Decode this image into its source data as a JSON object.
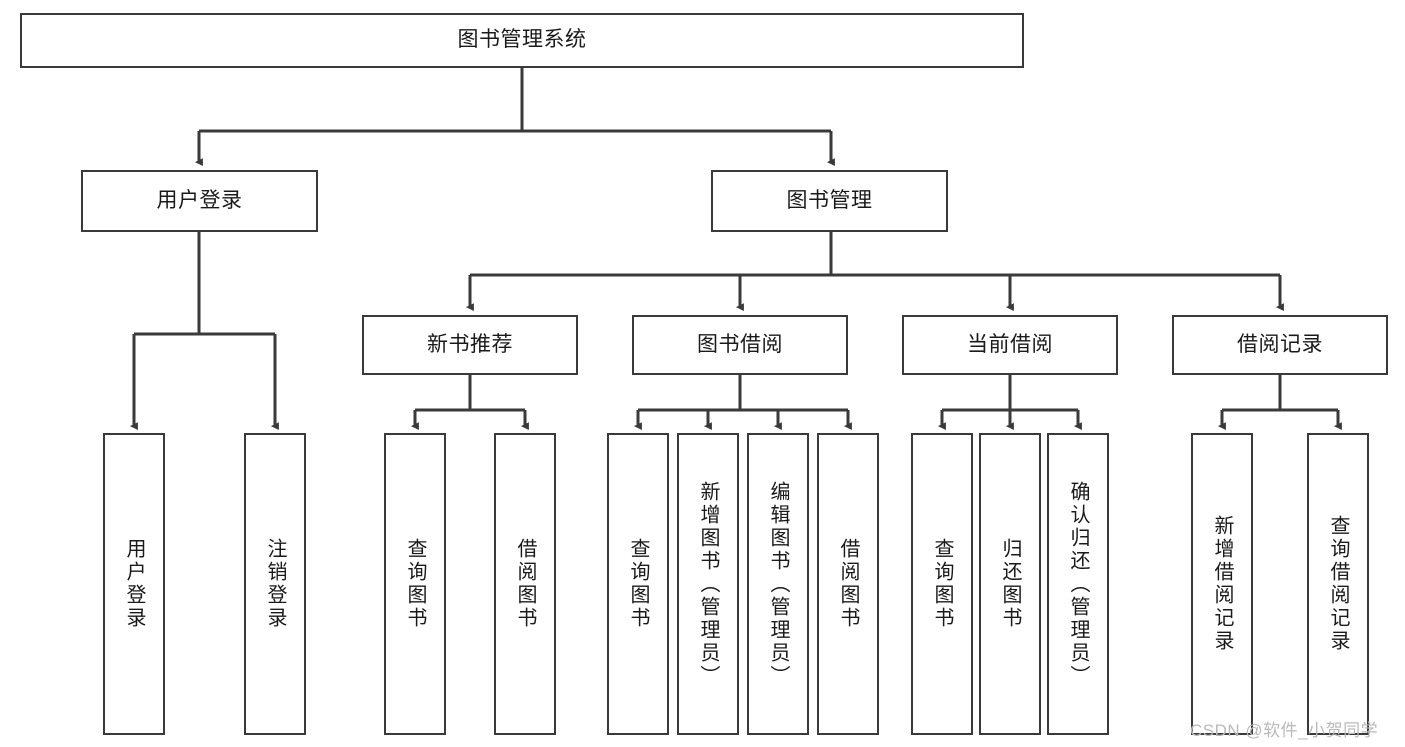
{
  "diagram": {
    "type": "tree-hierarchy",
    "title": "图书管理系统",
    "watermark": "CSDN @软件_小贺同学",
    "colors": {
      "box_border": "#3a3a3a",
      "box_fill": "#ffffff",
      "connector": "#3a3a3a",
      "text": "#1a1a1a",
      "watermark": "#b9b9b9",
      "background": "#ffffff"
    },
    "levels": {
      "root": {
        "label": "图书管理系统"
      },
      "level2": [
        {
          "id": "user-login",
          "label": "用户登录"
        },
        {
          "id": "book-management",
          "label": "图书管理"
        }
      ],
      "level3": [
        {
          "id": "new-book-recommend",
          "label": "新书推荐",
          "parent": "book-management"
        },
        {
          "id": "book-borrow",
          "label": "图书借阅",
          "parent": "book-management"
        },
        {
          "id": "current-borrow",
          "label": "当前借阅",
          "parent": "book-management"
        },
        {
          "id": "borrow-record",
          "label": "借阅记录",
          "parent": "book-management"
        }
      ],
      "leaves": [
        {
          "id": "leaf-user-login",
          "label": "用户登录",
          "parent": "user-login"
        },
        {
          "id": "leaf-logout-login",
          "label": "注销登录",
          "parent": "user-login"
        },
        {
          "id": "leaf-query-book-1",
          "label": "查询图书",
          "parent": "new-book-recommend"
        },
        {
          "id": "leaf-borrow-book-1",
          "label": "借阅图书",
          "parent": "new-book-recommend"
        },
        {
          "id": "leaf-query-book-2",
          "label": "查询图书",
          "parent": "book-borrow"
        },
        {
          "id": "leaf-add-book",
          "label": "新增图书（管理员）",
          "parent": "book-borrow"
        },
        {
          "id": "leaf-edit-book",
          "label": "编辑图书（管理员）",
          "parent": "book-borrow"
        },
        {
          "id": "leaf-borrow-book-2",
          "label": "借阅图书",
          "parent": "book-borrow"
        },
        {
          "id": "leaf-query-book-3",
          "label": "查询图书",
          "parent": "current-borrow"
        },
        {
          "id": "leaf-return-book",
          "label": "归还图书",
          "parent": "current-borrow"
        },
        {
          "id": "leaf-confirm-return",
          "label": "确认归还（管理员）",
          "parent": "current-borrow"
        },
        {
          "id": "leaf-add-record",
          "label": "新增借阅记录",
          "parent": "borrow-record"
        },
        {
          "id": "leaf-query-record",
          "label": "查询借阅记录",
          "parent": "borrow-record"
        }
      ]
    }
  }
}
